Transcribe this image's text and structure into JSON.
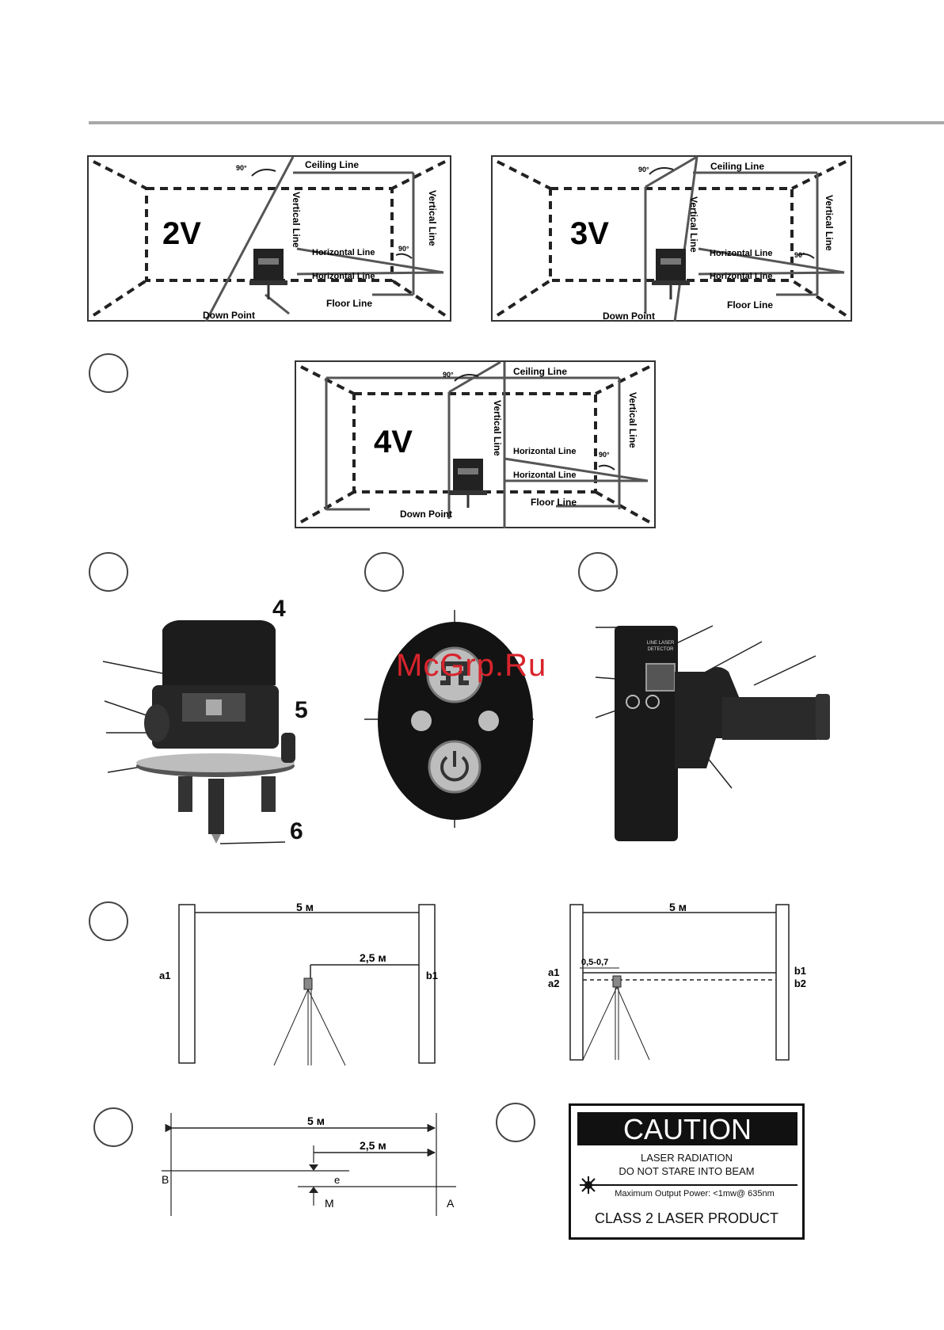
{
  "room_diagrams": [
    {
      "mode": "2V",
      "ceiling": "Ceiling Line",
      "vertical1": "Vertical Line",
      "vertical2": "Vertical Line",
      "horizontal1": "Horizontal Line",
      "horizontal2": "Horizontal Line",
      "floor": "Floor Line",
      "down": "Down Point",
      "angle1": "90°",
      "angle2": "90°"
    },
    {
      "mode": "3V",
      "ceiling": "Ceiling Line",
      "vertical1": "Vertical Line",
      "vertical2": "Vertical Line",
      "horizontal1": "Horizontal Line",
      "horizontal2": "Horizontal Line",
      "floor": "Floor Line",
      "down": "Down Point",
      "angle1": "90°",
      "angle2": "90°"
    },
    {
      "mode": "4V",
      "ceiling": "Ceiling Line",
      "vertical1": "Vertical Line",
      "vertical2": "Vertical Line",
      "horizontal1": "Horizontal Line",
      "horizontal2": "Horizontal Line",
      "floor": "Floor Line",
      "down": "Down Point",
      "angle1": "90°",
      "angle2": "90°"
    }
  ],
  "device_callouts": {
    "n4": "4",
    "n5": "5",
    "n6": "6"
  },
  "watermark": "McGrp.Ru",
  "detector_label": [
    "LINE LASER",
    "DETECTOR"
  ],
  "test1": {
    "left": {
      "distance": "5 м",
      "half": "2,5 м",
      "a": "a1",
      "b": "b1"
    },
    "right": {
      "distance": "5 м",
      "offset": "0,5-0,7",
      "a1": "a1",
      "a2": "a2",
      "b1": "b1",
      "b2": "b2"
    }
  },
  "test2": {
    "distance": "5 м",
    "half": "2,5 м",
    "B": "B",
    "A": "A",
    "M": "M",
    "e": "e"
  },
  "caution": {
    "title": "CAUTION",
    "line1": "LASER RADIATION",
    "line2": "DO NOT STARE INTO BEAM",
    "power": "Maximum Output Power: <1mw@ 635nm",
    "class": "CLASS  2  LASER PRODUCT"
  }
}
